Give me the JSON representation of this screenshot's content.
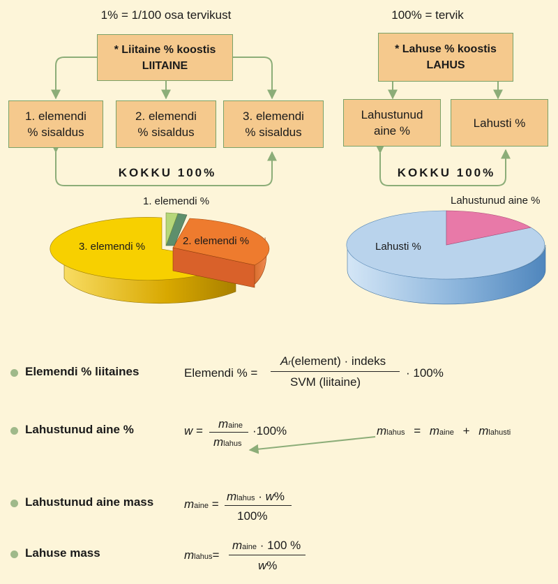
{
  "left": {
    "caption": "1% = 1/100 osa tervikust",
    "head_line1": "* Liitaine % koostis",
    "head_line2": "LIITAINE",
    "boxes": [
      {
        "line1": "1. elemendi",
        "line2": "% sisaldus"
      },
      {
        "line1": "2. elemendi",
        "line2": "% sisaldus"
      },
      {
        "line1": "3. elemendi",
        "line2": "% sisaldus"
      }
    ],
    "total": "KOKKU 100%",
    "pie_labels": [
      "1. elemendi %",
      "2. elemendi %",
      "3. elemendi %"
    ]
  },
  "right": {
    "caption": "100% = tervik",
    "head_line1": "* Lahuse % koostis",
    "head_line2": "LAHUS",
    "boxes": [
      {
        "line1": "Lahustunud",
        "line2": "aine %"
      },
      {
        "line1": "Lahusti %",
        "line2": ""
      }
    ],
    "total": "KOKKU 100%",
    "pie_labels": [
      "Lahustunud aine %",
      "Lahusti %"
    ]
  },
  "colors": {
    "box_fill": "#f5c98d",
    "box_border": "#7aa268",
    "arrow": "#8cad78",
    "pie_yellow": "#f7d000",
    "pie_orange": "#ee7b2e",
    "pie_green": "#b6d77a",
    "pie_blue": "#b9d3ec",
    "pie_pink": "#e879a8"
  },
  "formulas": {
    "f1": {
      "label": "Elemendi % liitaines",
      "lhs": "Elemendi % =",
      "num_a": "A",
      "num_r": "r",
      "num_rest": "(element) · indeks",
      "den": "SVM (liitaine)",
      "tail": "· 100%"
    },
    "f2": {
      "label": "Lahustunud aine %",
      "lhs": "w =",
      "num_m": "m",
      "num_sub": "aine",
      "den_m": "m",
      "den_sub": "lahus",
      "tail": "·100%",
      "r_m1": "m",
      "r_sub1": "lahus",
      "r_eq": "=",
      "r_m2": "m",
      "r_sub2": "aine",
      "r_plus": "+",
      "r_m3": "m",
      "r_sub3": "lahusti"
    },
    "f3": {
      "label": "Lahustunud aine mass",
      "lhs_m": "m",
      "lhs_sub": "aine",
      "eq": "=",
      "num_m": "m",
      "num_sub": "lahus",
      "num_dot": "·",
      "num_w": "w",
      "num_pct": "%",
      "den": "100%"
    },
    "f4": {
      "label": "Lahuse mass",
      "lhs_m": "m",
      "lhs_sub": "lahus",
      "eq": "=",
      "num_m": "m",
      "num_sub": "aine",
      "num_rest": "· 100 %",
      "den_w": "w",
      "den_pct": "%"
    }
  }
}
